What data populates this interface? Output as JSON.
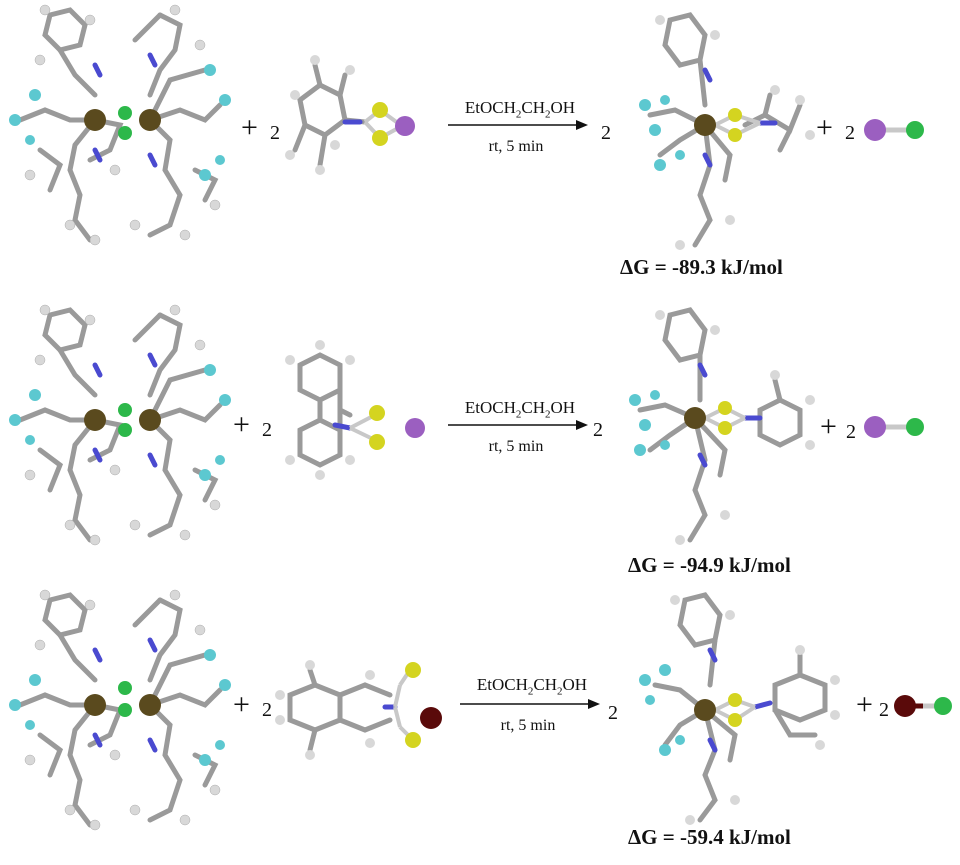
{
  "colors": {
    "carbon": "#9a9a9a",
    "hydrogen": "#d8d8d8",
    "nitrogen": "#4a4ad0",
    "fluorine": "#5cc8d0",
    "iridium": "#5a4a1e",
    "chloride": "#2db84a",
    "sulfur": "#d4d420",
    "potassium": "#9b5fc0",
    "sodium": "#5a0a0a"
  },
  "reactions": [
    {
      "coef_reagent": "2",
      "coef_product": "2",
      "coef_salt": "2",
      "conditions": {
        "solvent_pre": "EtOCH",
        "sub1": "2",
        "solvent_mid": "CH",
        "sub2": "2",
        "solvent_post": "OH",
        "time": "rt, 5 min"
      },
      "delta_g": "ΔG = -89.3 kJ/mol",
      "cation": "potassium"
    },
    {
      "coef_reagent": "2",
      "coef_product": "2",
      "coef_salt": "2",
      "conditions": {
        "solvent_pre": "EtOCH",
        "sub1": "2",
        "solvent_mid": "CH",
        "sub2": "2",
        "solvent_post": "OH",
        "time": "rt, 5 min"
      },
      "delta_g": "ΔG = -94.9 kJ/mol",
      "cation": "potassium"
    },
    {
      "coef_reagent": "2",
      "coef_product": "2",
      "coef_salt": "2",
      "conditions": {
        "solvent_pre": "EtOCH",
        "sub1": "2",
        "solvent_mid": "CH",
        "sub2": "2",
        "solvent_post": "OH",
        "time": "rt, 5 min"
      },
      "delta_g": "ΔG = -59.4 kJ/mol",
      "cation": "sodium"
    }
  ]
}
